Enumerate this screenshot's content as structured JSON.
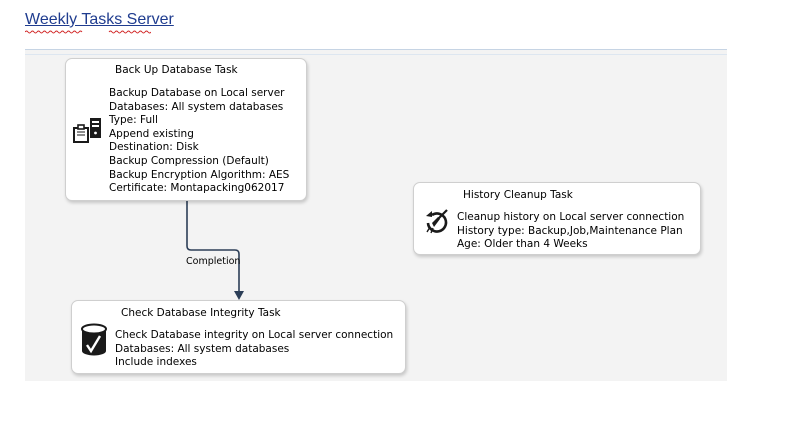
{
  "page": {
    "title": "Weekly Tasks Server"
  },
  "tasks": {
    "backup": {
      "title": "Back Up Database Task",
      "lines": [
        "Backup Database on Local server",
        "Databases: All system databases",
        "Type: Full",
        "Append existing",
        "Destination: Disk",
        "Backup Compression (Default)",
        "Backup Encryption Algorithm: AES",
        "Certificate: Montapacking062017"
      ],
      "icon": "backup-database-icon"
    },
    "history": {
      "title": "History Cleanup Task",
      "lines": [
        "Cleanup history on Local server connection",
        "History type: Backup,Job,Maintenance Plan",
        "Age: Older than 4 Weeks"
      ],
      "icon": "history-cleanup-icon"
    },
    "integrity": {
      "title": "Check Database Integrity Task",
      "lines": [
        "Check Database integrity on Local server connection",
        "Databases: All system databases",
        "Include indexes"
      ],
      "icon": "database-check-icon"
    }
  },
  "connector": {
    "label": "Completion",
    "color": "#2c3e57"
  },
  "colors": {
    "title_link": "#1f3c8f",
    "canvas_background": "#f3f3f3",
    "spellcheck": "#d02020"
  }
}
